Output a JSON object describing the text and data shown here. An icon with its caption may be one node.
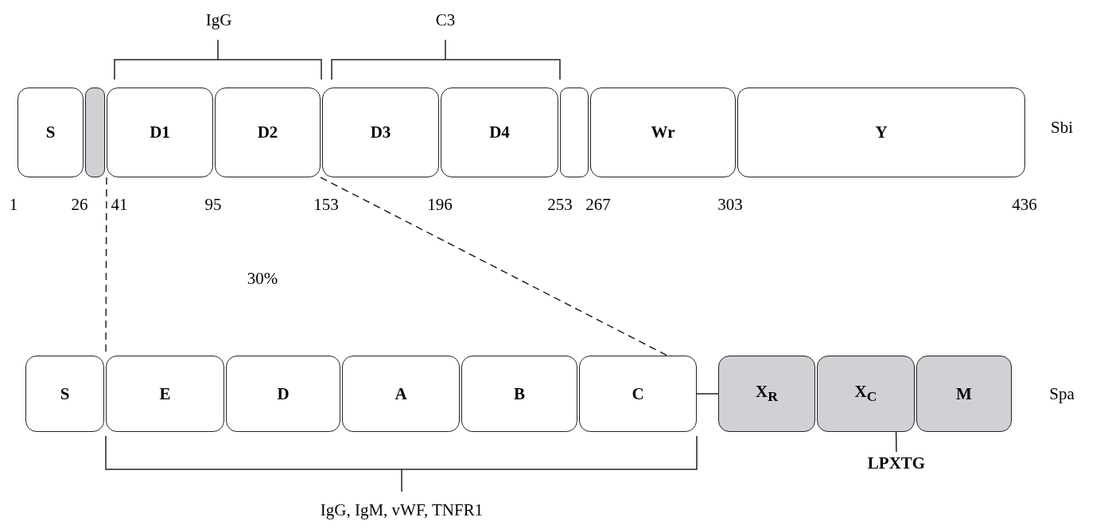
{
  "diagram": {
    "nodes": [
      {
        "text": [
          "S"
        ]
      },
      {
        "text": [],
        "shape": "box"
      },
      {
        "text": [
          "D1"
        ]
      },
      {
        "text": [
          "D2"
        ]
      },
      {
        "text": [
          "D3"
        ]
      },
      {
        "text": [
          "D4"
        ]
      },
      {
        "text": [],
        "shape": "box"
      },
      {
        "text": [
          "Wr"
        ]
      },
      {
        "text": [
          "Y"
        ]
      },
      {
        "text": [
          "S"
        ]
      },
      {
        "text": [
          "E"
        ]
      },
      {
        "text": [
          "D"
        ]
      },
      {
        "text": [
          "A"
        ]
      },
      {
        "text": [
          "B"
        ]
      },
      {
        "text": [
          "C"
        ]
      },
      {
        "text": [
          "X$_{R}$"
        ]
      },
      {
        "text": [
          "X$_{C}$"
        ]
      },
      {
        "text": [
          "M"
        ]
      },
      {
        "text": [
          "LPXTG"
        ]
      }
    ],
    "edges": [
      {
        "from": 14,
        "to": 15,
        "arrow": "none"
      },
      {
        "from": 18,
        "to": 16,
        "arrow": "none"
      },
      {
        "from": 2,
        "to": 10,
        "arrow": "none",
        "style": "dashed"
      },
      {
        "from": 3,
        "to": 14,
        "arrow": "none",
        "style": "dashed"
      }
    ],
    "labels": [
      "IgG",
      "C3",
      "Sbi",
      "1",
      "26",
      "41",
      "95",
      "153",
      "196",
      "253",
      "267",
      "303",
      "436",
      "30%",
      "Spa",
      "IgG, IgM, vWF, TNFR1"
    ]
  }
}
